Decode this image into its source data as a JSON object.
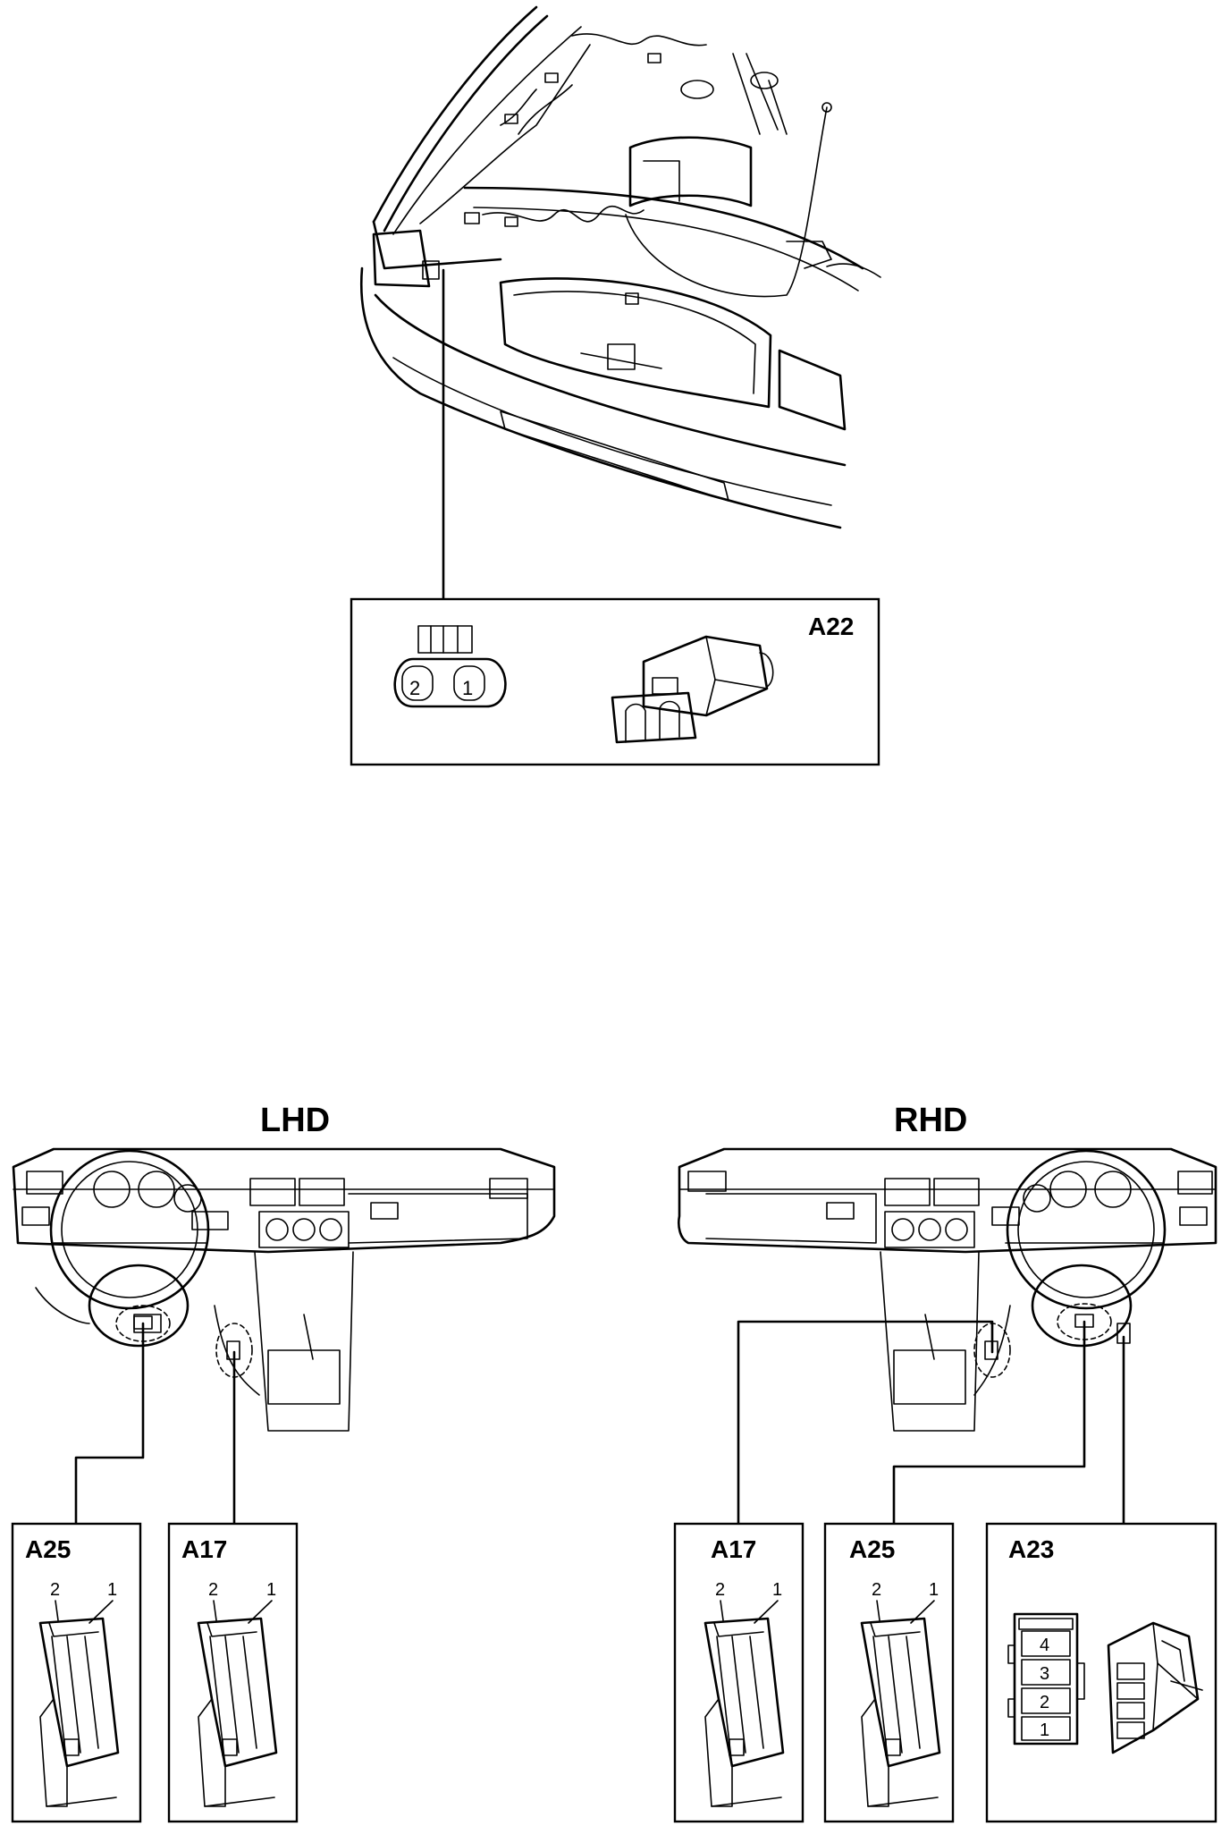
{
  "diagram": {
    "connectors": {
      "a22": {
        "label": "A22",
        "pins": [
          "2",
          "1"
        ]
      },
      "a25_lhd": {
        "label": "A25",
        "pins": [
          "2",
          "1"
        ]
      },
      "a17_lhd": {
        "label": "A17",
        "pins": [
          "2",
          "1"
        ]
      },
      "a17_rhd": {
        "label": "A17",
        "pins": [
          "2",
          "1"
        ]
      },
      "a25_rhd": {
        "label": "A25",
        "pins": [
          "2",
          "1"
        ]
      },
      "a23": {
        "label": "A23",
        "pins": [
          "4",
          "3",
          "2",
          "1"
        ]
      }
    },
    "sections": {
      "lhd_title": "LHD",
      "rhd_title": "RHD"
    }
  }
}
